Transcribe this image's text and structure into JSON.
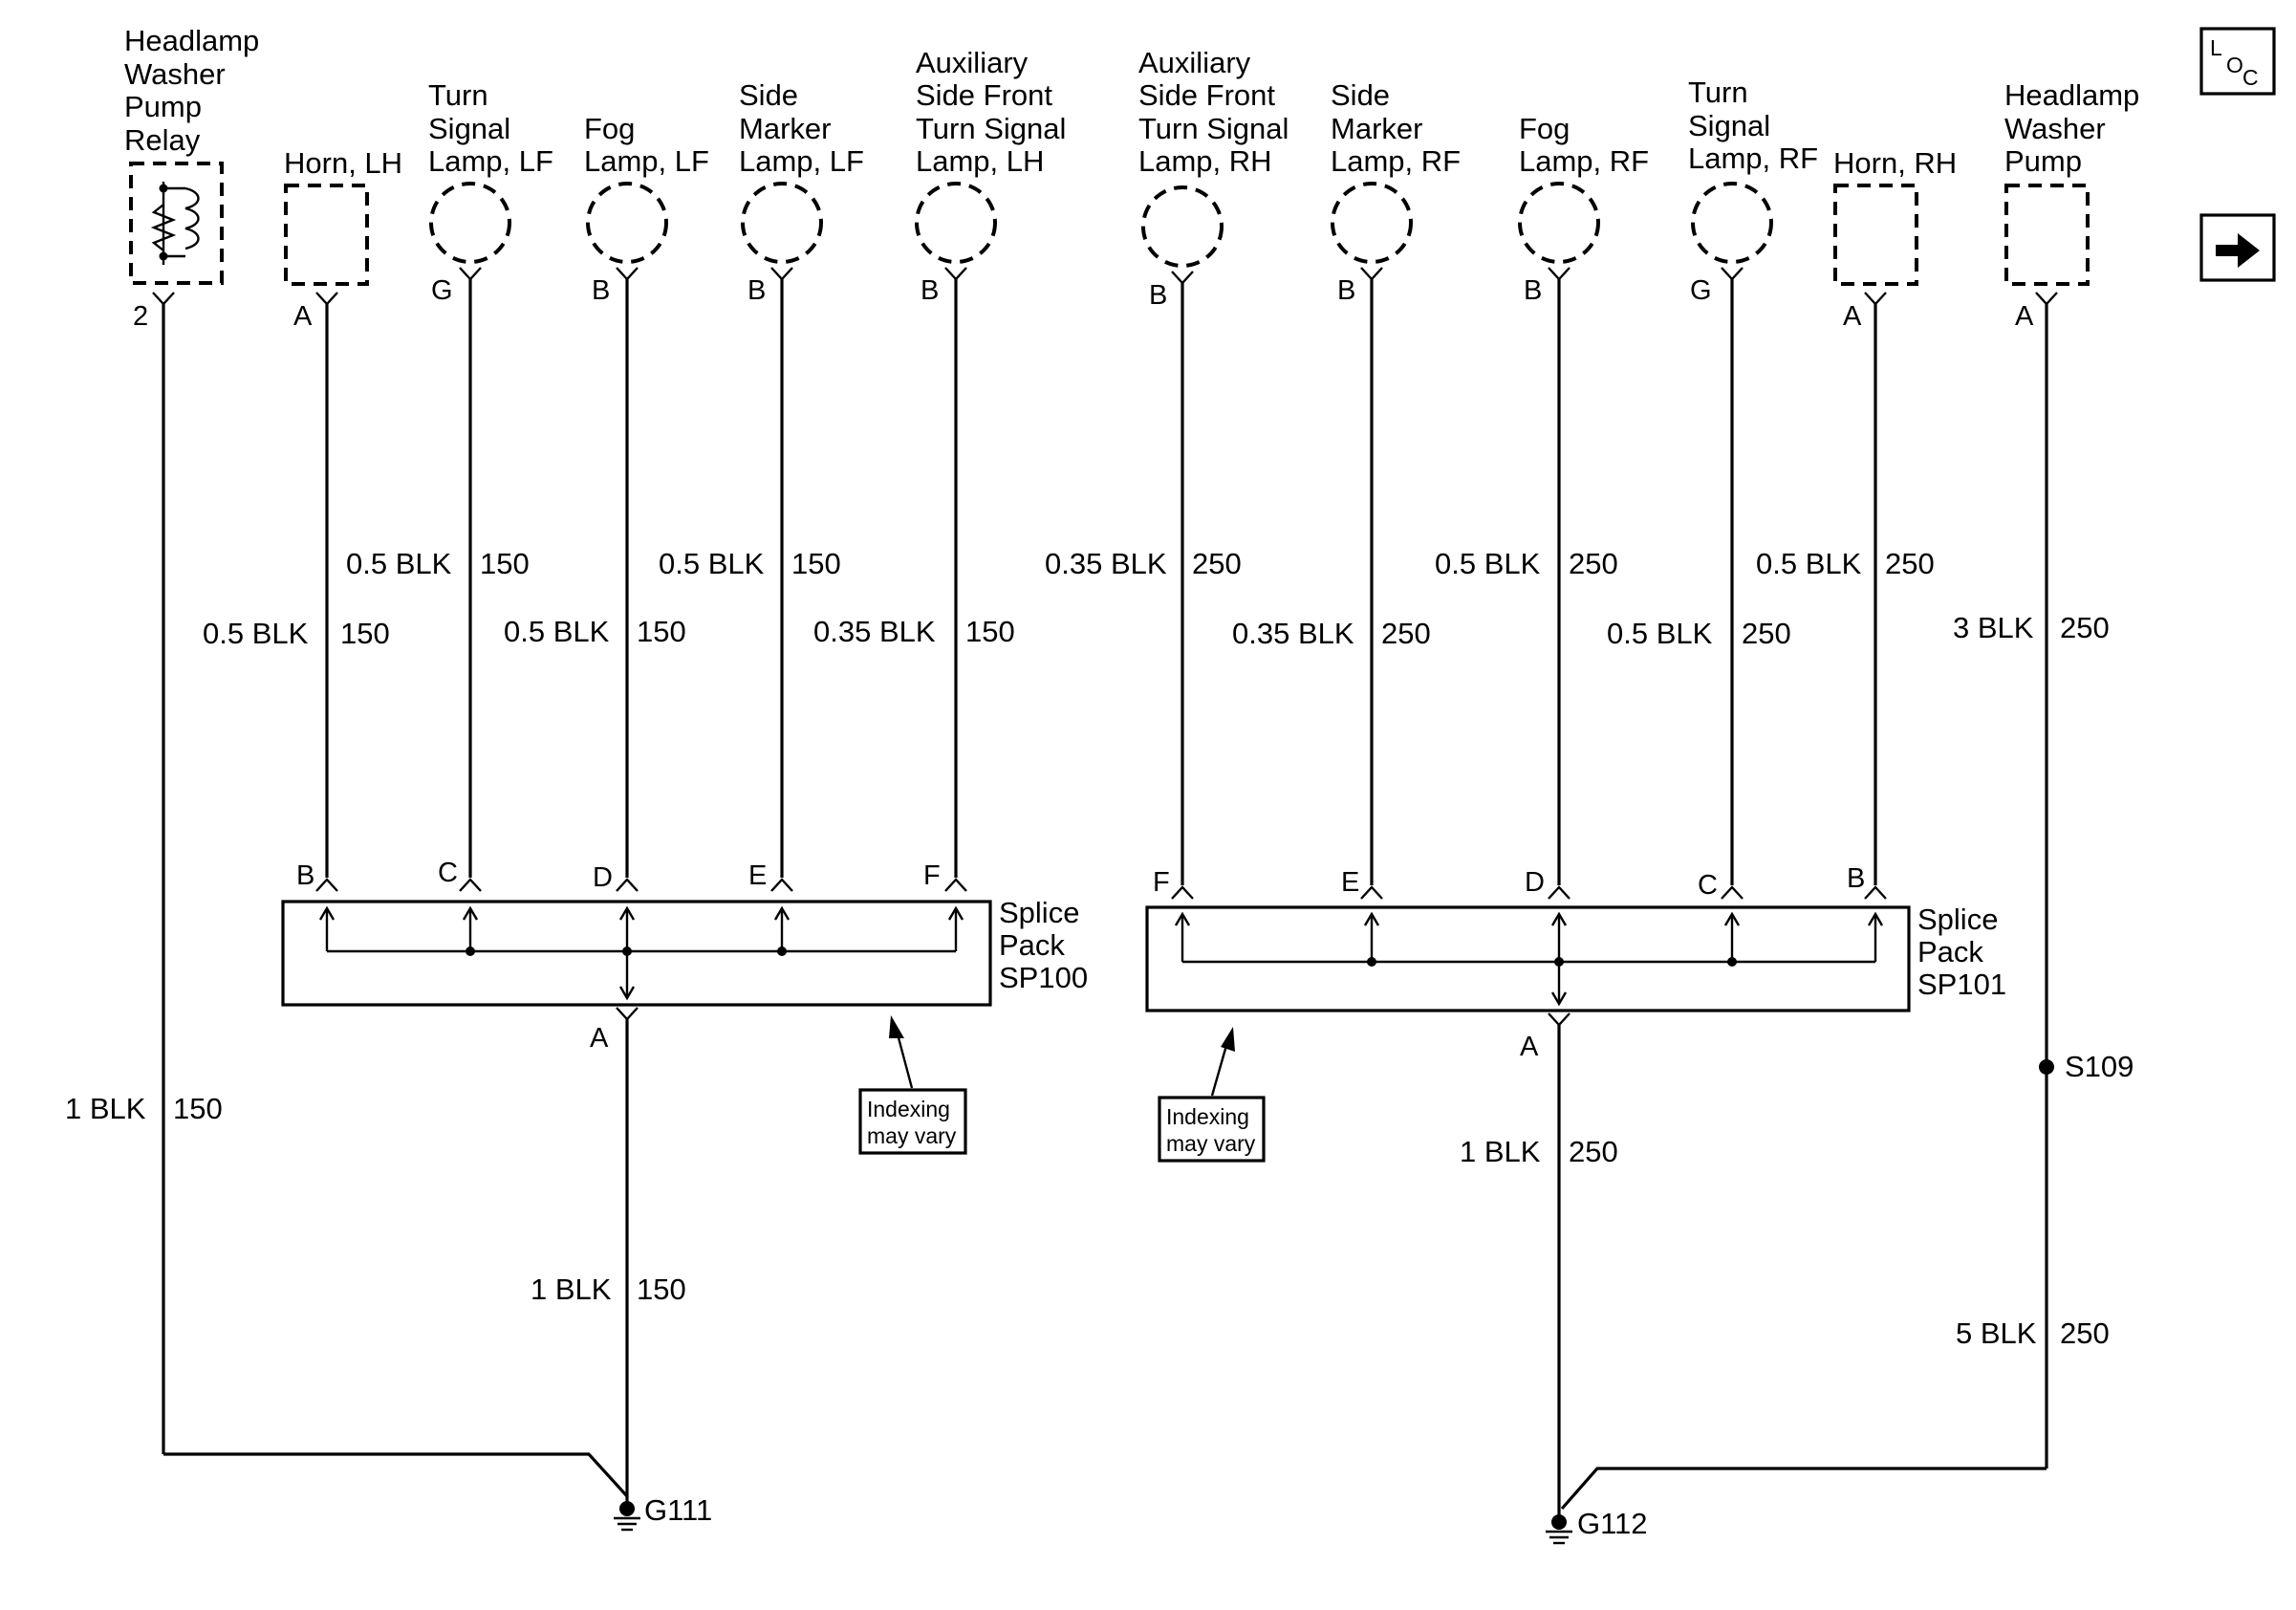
{
  "components": {
    "headlamp_washer_pump_relay": [
      "Headlamp",
      "Washer",
      "Pump",
      "Relay"
    ],
    "horn_lh": [
      "Horn, LH"
    ],
    "turn_signal_lamp_lf": [
      "Turn",
      "Signal",
      "Lamp, LF"
    ],
    "fog_lamp_lf": [
      "Fog",
      "Lamp, LF"
    ],
    "side_marker_lamp_lf": [
      "Side",
      "Marker",
      "Lamp, LF"
    ],
    "aux_side_front_turn_signal_lh": [
      "Auxiliary",
      "Side Front",
      "Turn Signal",
      "Lamp, LH"
    ],
    "aux_side_front_turn_signal_rh": [
      "Auxiliary",
      "Side Front",
      "Turn Signal",
      "Lamp, RH"
    ],
    "side_marker_lamp_rf": [
      "Side",
      "Marker",
      "Lamp, RF"
    ],
    "fog_lamp_rf": [
      "Fog",
      "Lamp, RF"
    ],
    "turn_signal_lamp_rf": [
      "Turn",
      "Signal",
      "Lamp, RF"
    ],
    "horn_rh": [
      "Horn, RH"
    ],
    "headlamp_washer_pump": [
      "Headlamp",
      "Washer",
      "Pump"
    ]
  },
  "pins": {
    "relay": "2",
    "horn_lh": "A",
    "turn_lf": "G",
    "fog_lf": "B",
    "side_lf": "B",
    "aux_lh": "B",
    "aux_rh": "B",
    "side_rf": "B",
    "fog_rf": "B",
    "turn_rf": "G",
    "horn_rh": "A",
    "pump": "A"
  },
  "wires": {
    "horn_lh": {
      "size": "0.5 BLK",
      "circuit": "150"
    },
    "turn_lf": {
      "size": "0.5 BLK",
      "circuit": "150"
    },
    "fog_lf": {
      "size": "0.5 BLK",
      "circuit": "150"
    },
    "side_lf": {
      "size": "0.5 BLK",
      "circuit": "150"
    },
    "aux_lh": {
      "size": "0.35 BLK",
      "circuit": "150"
    },
    "aux_rh": {
      "size": "0.35 BLK",
      "circuit": "250"
    },
    "side_rf": {
      "size": "0.35 BLK",
      "circuit": "250"
    },
    "fog_rf": {
      "size": "0.5 BLK",
      "circuit": "250"
    },
    "turn_rf": {
      "size": "0.5 BLK",
      "circuit": "250"
    },
    "horn_rh": {
      "size": "0.5 BLK",
      "circuit": "250"
    },
    "pump": {
      "size": "3 BLK",
      "circuit": "250"
    },
    "relay_ground": {
      "size": "1 BLK",
      "circuit": "150"
    },
    "sp100_ground": {
      "size": "1 BLK",
      "circuit": "150"
    },
    "sp101_ground": {
      "size": "1 BLK",
      "circuit": "250"
    },
    "s109_ground": {
      "size": "5 BLK",
      "circuit": "250"
    }
  },
  "splice_packs": {
    "sp100": {
      "label": [
        "Splice",
        "Pack",
        "SP100"
      ],
      "inputs": [
        "B",
        "C",
        "D",
        "E",
        "F"
      ],
      "output": "A",
      "note": [
        "Indexing",
        "may vary"
      ]
    },
    "sp101": {
      "label": [
        "Splice",
        "Pack",
        "SP101"
      ],
      "inputs": [
        "F",
        "E",
        "D",
        "C",
        "B"
      ],
      "output": "A",
      "note": [
        "Indexing",
        "may vary"
      ]
    }
  },
  "splice": "S109",
  "grounds": {
    "g111": "G111",
    "g112": "G112"
  },
  "legend": {
    "loc": {
      "L": "L",
      "O": "O",
      "C": "C"
    },
    "icon": "right-arrow-icon"
  }
}
